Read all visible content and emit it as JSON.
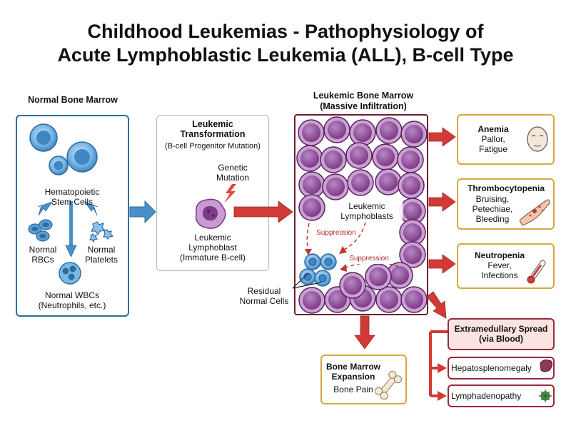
{
  "title_line1": "Childhood Leukemias - Pathophysiology of",
  "title_line2": "Acute Lymphoblastic Leukemia (ALL), B-cell Type",
  "normal_marrow": {
    "heading": "Normal Bone Marrow",
    "stem_cells_l1": "Hematopoietic",
    "stem_cells_l2": "Stem Cells",
    "rbc_l1": "Normal",
    "rbc_l2": "RBCs",
    "plt_l1": "Normal",
    "plt_l2": "Platelets",
    "wbc_l1": "Normal WBCs",
    "wbc_l2": "(Neutrophils, etc.)"
  },
  "transformation": {
    "heading_l1": "Leukemic",
    "heading_l2": "Transformation",
    "subheading": "(B-cell Progenitor Mutation)",
    "mutation_l1": "Genetic",
    "mutation_l2": "Mutation",
    "blast_l1": "Leukemic",
    "blast_l2": "Lymphoblast",
    "blast_l3": "(Immature B-cell)"
  },
  "leukemic_marrow": {
    "heading_l1": "Leukemic Bone Marrow",
    "heading_l2": "(Massive Infiltration)",
    "blasts_l1": "Leukemic",
    "blasts_l2": "Lymphoblasts",
    "suppression_1": "Suppression",
    "suppression_2": "Suppression",
    "residual_l1": "Residual",
    "residual_l2": "Normal Cells"
  },
  "outcomes": {
    "anemia": {
      "title": "Anemia",
      "l1": "Pallor,",
      "l2": "Fatigue"
    },
    "thrombo": {
      "title": "Thrombocytopenia",
      "l1": "Bruising,",
      "l2": "Petechiae,",
      "l3": "Bleeding"
    },
    "neutro": {
      "title": "Neutropenia",
      "l1": "Fever,",
      "l2": "Infections"
    },
    "extra": {
      "title_l1": "Extramedullary Spread",
      "title_l2": "(via Blood)",
      "hepato": "Hepatosplenomegaly",
      "lymph": "Lymphadenopathy"
    },
    "expansion": {
      "title_l1": "Bone Marrow",
      "title_l2": "Expansion",
      "l1": "Bone Pain"
    }
  },
  "colors": {
    "normal_border": "#2e6e9e",
    "blue_cell": "#6fb0e0",
    "purple_cell": "#9b4f9a",
    "marrow_border": "#6b1f2c",
    "gold_border": "#d9a640",
    "red_arrow": "#d23a36",
    "blue_arrow": "#4a90c8"
  }
}
